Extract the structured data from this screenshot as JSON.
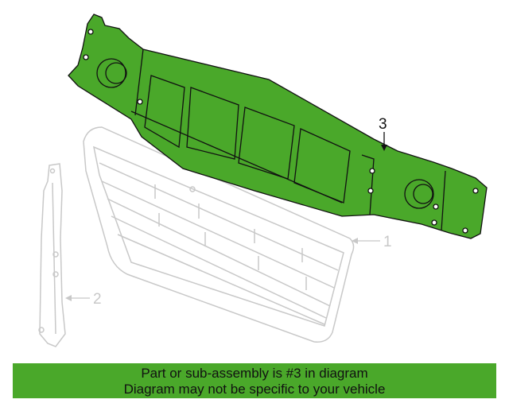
{
  "diagram": {
    "callouts": [
      {
        "number": "1",
        "part": "grille",
        "highlighted": false
      },
      {
        "number": "2",
        "part": "bracket",
        "highlighted": false
      },
      {
        "number": "3",
        "part": "reinforcement",
        "highlighted": true
      }
    ],
    "colors": {
      "highlight": "#4aa82a",
      "ghost": "#c8c8c8",
      "outline": "#111111"
    }
  },
  "banner": {
    "line1": "Part or sub-assembly is #3 in diagram",
    "line2": "Diagram may not be specific to your vehicle",
    "color": "#4aa82a"
  }
}
